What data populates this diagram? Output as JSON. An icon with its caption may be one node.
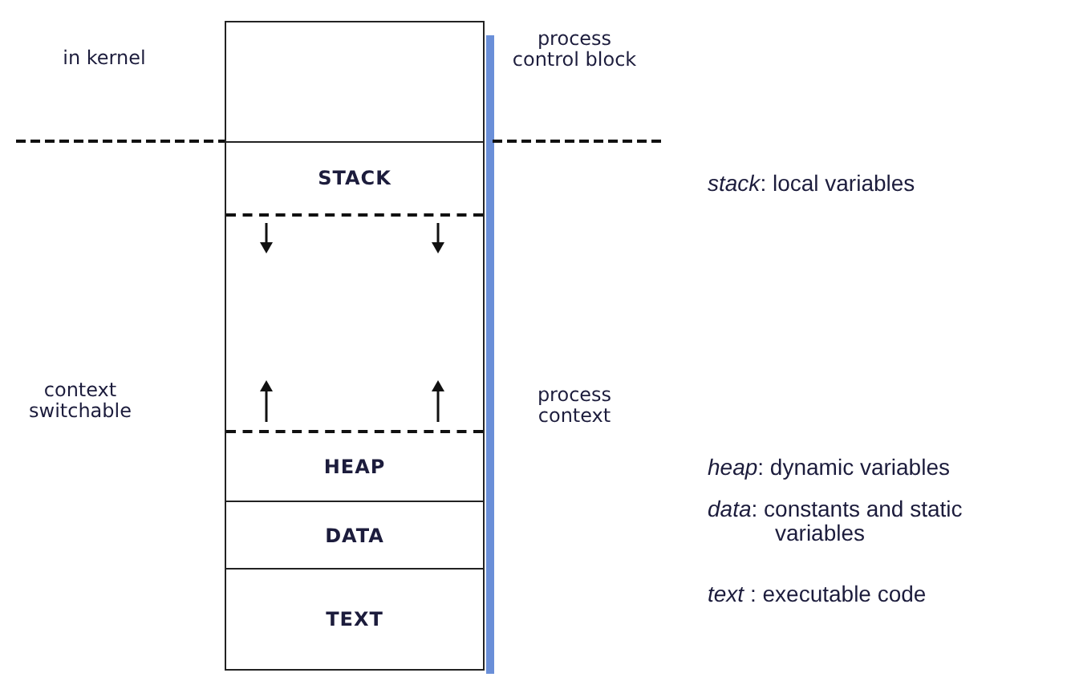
{
  "diagram": {
    "nodes": [
      {
        "text": [],
        "shape": "box"
      },
      {
        "text": [
          "STACK"
        ]
      },
      {
        "text": [],
        "shape": "box"
      },
      {
        "text": [
          "HEAP"
        ]
      },
      {
        "text": [
          "DATA"
        ]
      },
      {
        "text": [
          "TEXT"
        ]
      }
    ],
    "labels": [
      "in kernel",
      "process control block",
      "*stack*: local variables",
      "context switchable",
      "process context",
      "*heap*: dynamic variables",
      "*data*: constants and static variables",
      "*text* : executable code"
    ]
  }
}
